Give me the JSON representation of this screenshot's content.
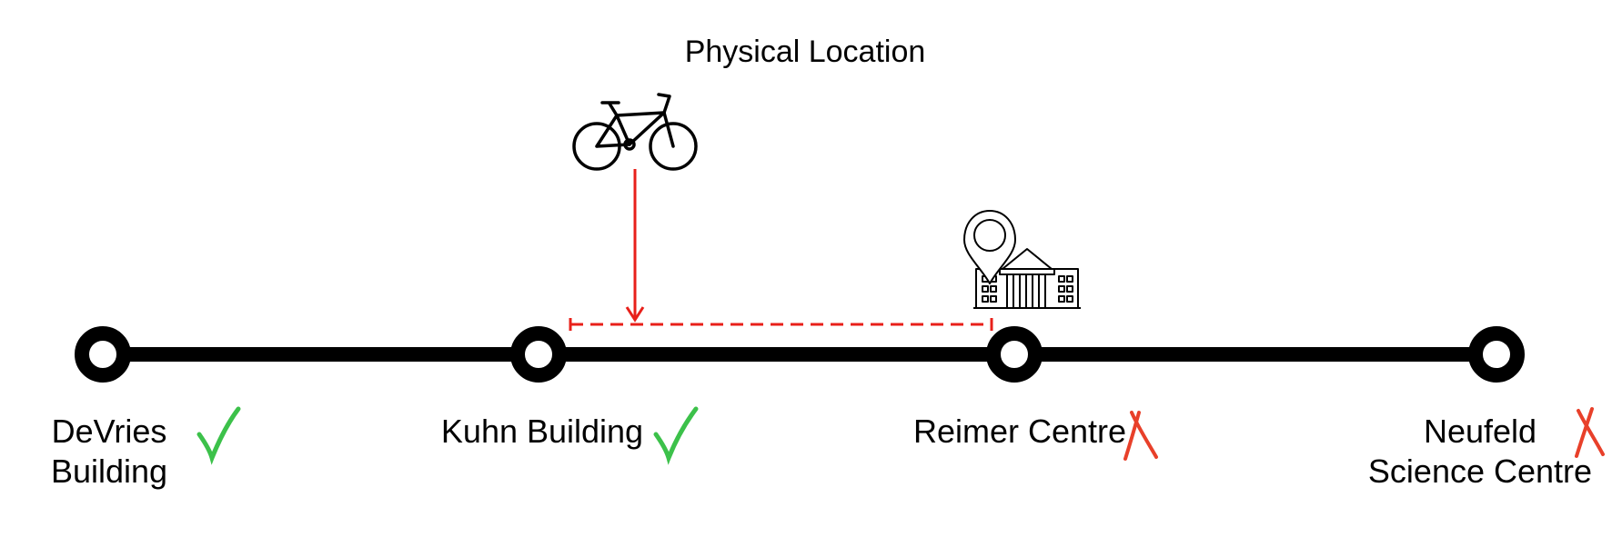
{
  "title": "Physical Location",
  "colors": {
    "route_line": "#000000",
    "pointer": "#e8201a",
    "check": "#3cc14a",
    "cross": "#e8402a"
  },
  "icons": {
    "vehicle": "bicycle-icon",
    "destination": "location-pin-building-icon"
  },
  "stops": [
    {
      "id": "devries",
      "label_lines": [
        "DeVries",
        "Building"
      ],
      "status": "check"
    },
    {
      "id": "kuhn",
      "label_lines": [
        "Kuhn Building"
      ],
      "status": "check"
    },
    {
      "id": "reimer",
      "label_lines": [
        "Reimer Centre"
      ],
      "status": "cross"
    },
    {
      "id": "neufeld",
      "label_lines": [
        "Neufeld",
        "Science Centre"
      ],
      "status": "cross"
    }
  ]
}
